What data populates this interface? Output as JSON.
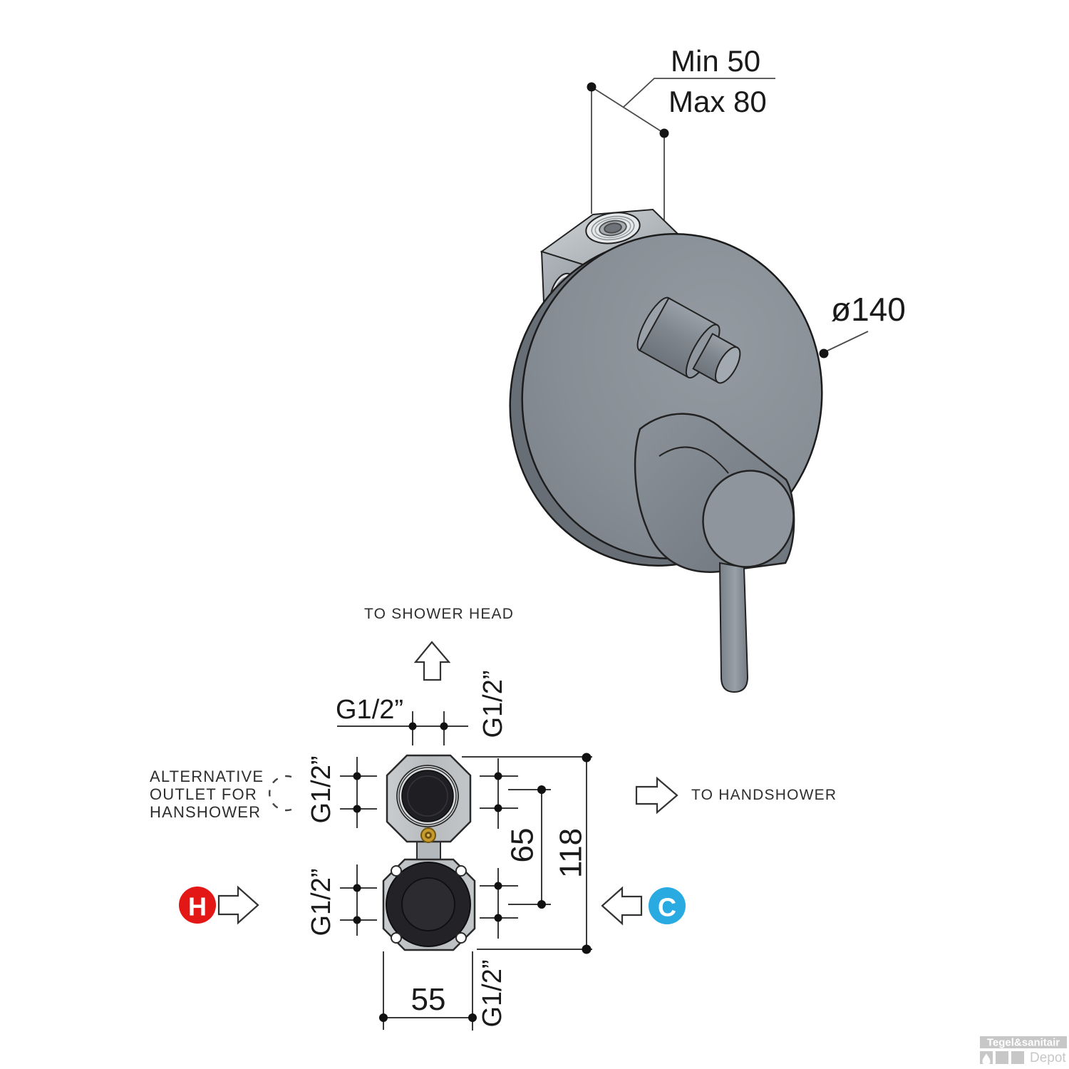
{
  "product_view": {
    "depth_min": "Min 50",
    "depth_max": "Max 80",
    "plate_diameter": "ø140"
  },
  "installation_view": {
    "labels": {
      "to_shower_head": "TO SHOWER HEAD",
      "to_handshower": "TO HANDSHOWER",
      "alternative_outlet_line1": "ALTERNATIVE",
      "alternative_outlet_line2": "OUTLET FOR",
      "alternative_outlet_line3": "HANSHOWER",
      "thread_size": "G1/2”",
      "hot": "H",
      "cold": "C"
    },
    "dimensions": {
      "port_spacing": "65",
      "total_height": "118",
      "body_width": "55"
    },
    "colors": {
      "hot": "#e41717",
      "cold": "#29abe2"
    }
  },
  "watermark": {
    "brand": "Tegel&sanitair",
    "subbrand": "Depot",
    "color": "#c7c7c7"
  }
}
